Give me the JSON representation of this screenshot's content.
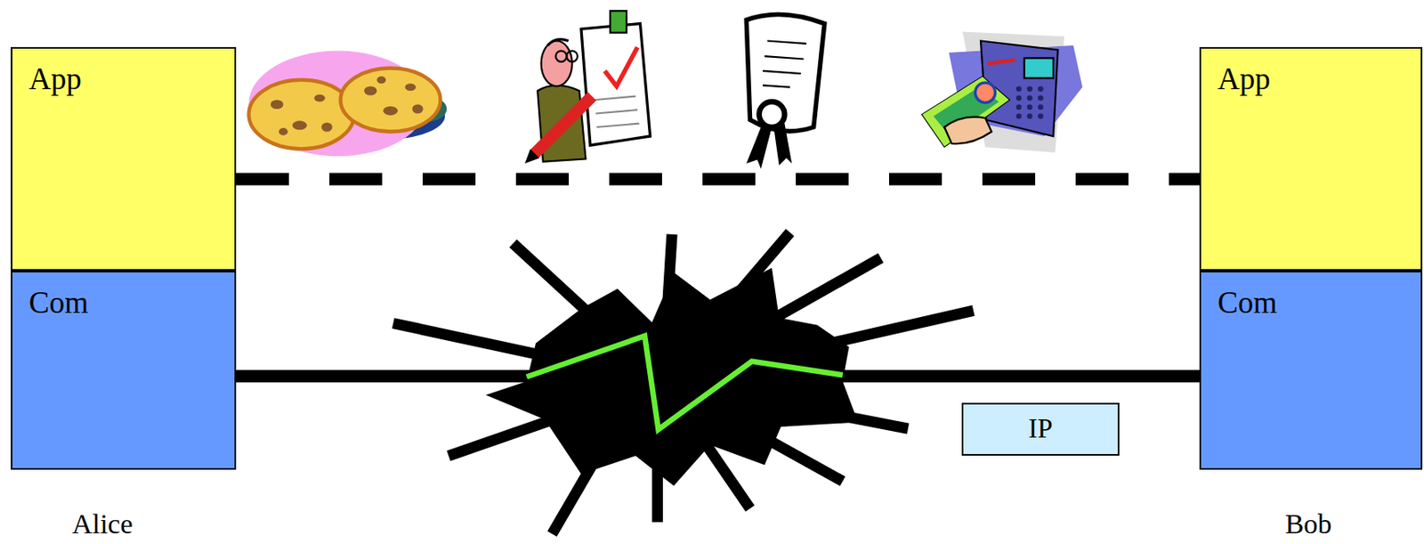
{
  "diagram": {
    "nodes": [
      {
        "text": [
          "App"
        ]
      },
      {
        "text": [
          "Com"
        ]
      },
      {
        "text": [
          "IP"
        ]
      },
      {
        "text": [
          "App"
        ]
      },
      {
        "text": [
          "Com"
        ]
      }
    ],
    "edges": [
      {
        "from": 0,
        "to": 3,
        "arrow": "none"
      },
      {
        "from": 1,
        "to": 4,
        "arrow": "none"
      }
    ],
    "labels": [
      "Alice",
      "Bob"
    ]
  }
}
